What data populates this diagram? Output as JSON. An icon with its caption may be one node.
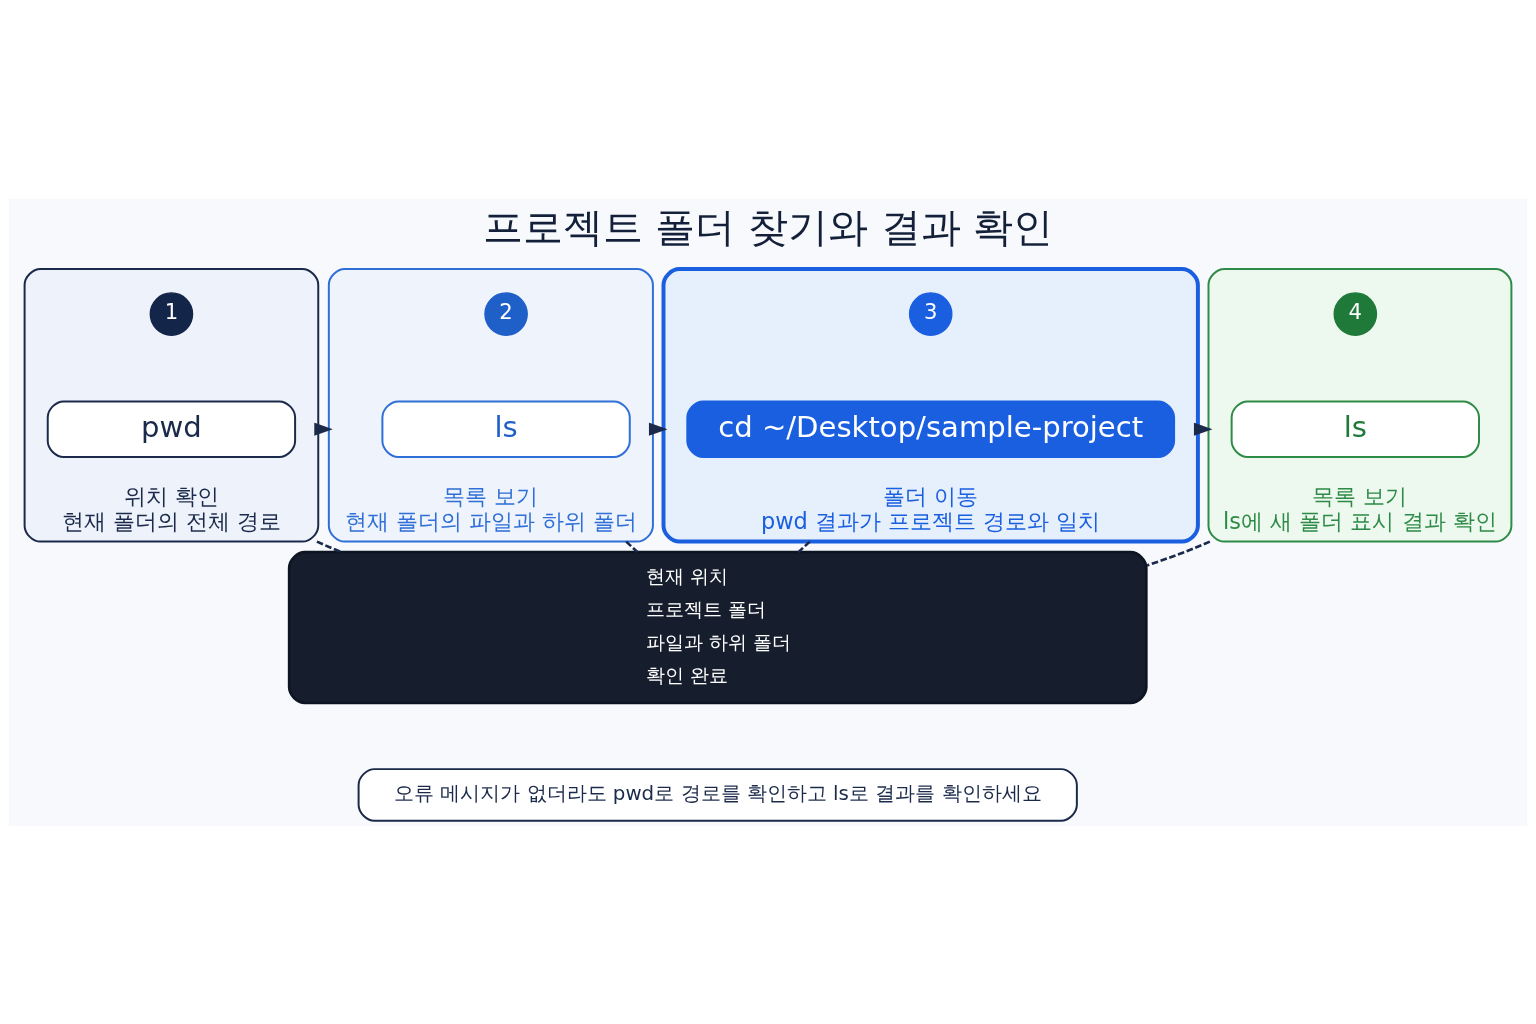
{
  "diagram": {
    "title": "프로젝트 폴더 찾기와 결과 확인",
    "nodes": [
      {
        "text": [
          "위치 확인",
          "현재 폴더의 전체 경로"
        ]
      },
      {
        "text": [
          "1"
        ],
        "in": 0
      },
      {
        "text": [
          "pwd"
        ],
        "in": 0
      },
      {
        "text": [
          "목록 보기",
          "현재 폴더의 파일과 하위 폴더"
        ]
      },
      {
        "text": [
          "2"
        ],
        "in": 3
      },
      {
        "text": [
          "ls"
        ],
        "in": 3
      },
      {
        "text": [
          "폴더 이동",
          "pwd 결과가 프로젝트 경로와 일치"
        ]
      },
      {
        "text": [
          "3"
        ],
        "in": 6
      },
      {
        "text": [
          "cd ~/Desktop/sample-project"
        ],
        "in": 6
      },
      {
        "text": [
          "목록 보기",
          "ls에 새 폴더 표시 결과 확인"
        ]
      },
      {
        "text": [
          "4"
        ],
        "in": 9
      },
      {
        "text": [
          "ls"
        ],
        "in": 9
      },
      {
        "text": [
          "현재 위치",
          "프로젝트 폴더",
          "파일과 하위 폴더",
          "확인 완료"
        ]
      },
      {
        "text": [
          "오류 메시지가 없더라도 pwd로 경로를 확인하고 ls로 결과를 확인하세요"
        ]
      }
    ],
    "edges": [
      {
        "from": 0,
        "to": 3,
        "arrow": "to"
      },
      {
        "from": 3,
        "to": 6,
        "arrow": "to"
      },
      {
        "from": 6,
        "to": 9,
        "arrow": "to"
      },
      {
        "from": 0,
        "to": 12,
        "arrow": "none",
        "style": "dashed"
      },
      {
        "from": 3,
        "to": 12,
        "arrow": "none",
        "style": "dashed"
      },
      {
        "from": 6,
        "to": 12,
        "arrow": "none",
        "style": "dashed"
      },
      {
        "from": 9,
        "to": 12,
        "arrow": "none",
        "style": "dashed"
      }
    ]
  }
}
